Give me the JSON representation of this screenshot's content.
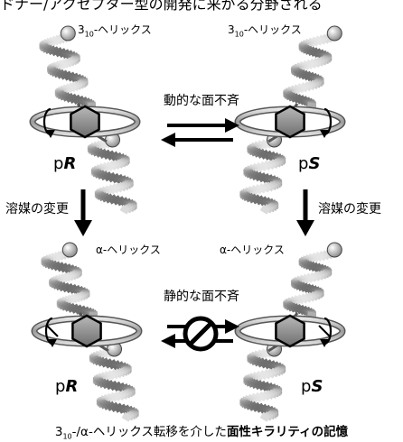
{
  "top_strip": "ドナー/アクセプター型の開発に来がる分野される",
  "panels": {
    "tl": {
      "helix": "3",
      "helix_sub": "10",
      "helix_suffix": "-ヘリックス",
      "chirality_prefix": "p",
      "chirality": "R"
    },
    "tr": {
      "helix": "3",
      "helix_sub": "10",
      "helix_suffix": "-ヘリックス",
      "chirality_prefix": "p",
      "chirality": "S"
    },
    "bl": {
      "helix": "α-ヘリックス",
      "chirality_prefix": "p",
      "chirality": "R"
    },
    "br": {
      "helix": "α-ヘリックス",
      "chirality_prefix": "p",
      "chirality": "S"
    }
  },
  "top_equilibrium": "動的な面不斉",
  "bottom_equilibrium": "静的な面不斉",
  "solvent_left": "溶媒の変更",
  "solvent_right": "溶媒の変更",
  "caption": {
    "pre": "3",
    "sub": "10",
    "mid": "-/α-ヘリックス転移を介した",
    "bold": "面性キラリティの記憶"
  }
}
